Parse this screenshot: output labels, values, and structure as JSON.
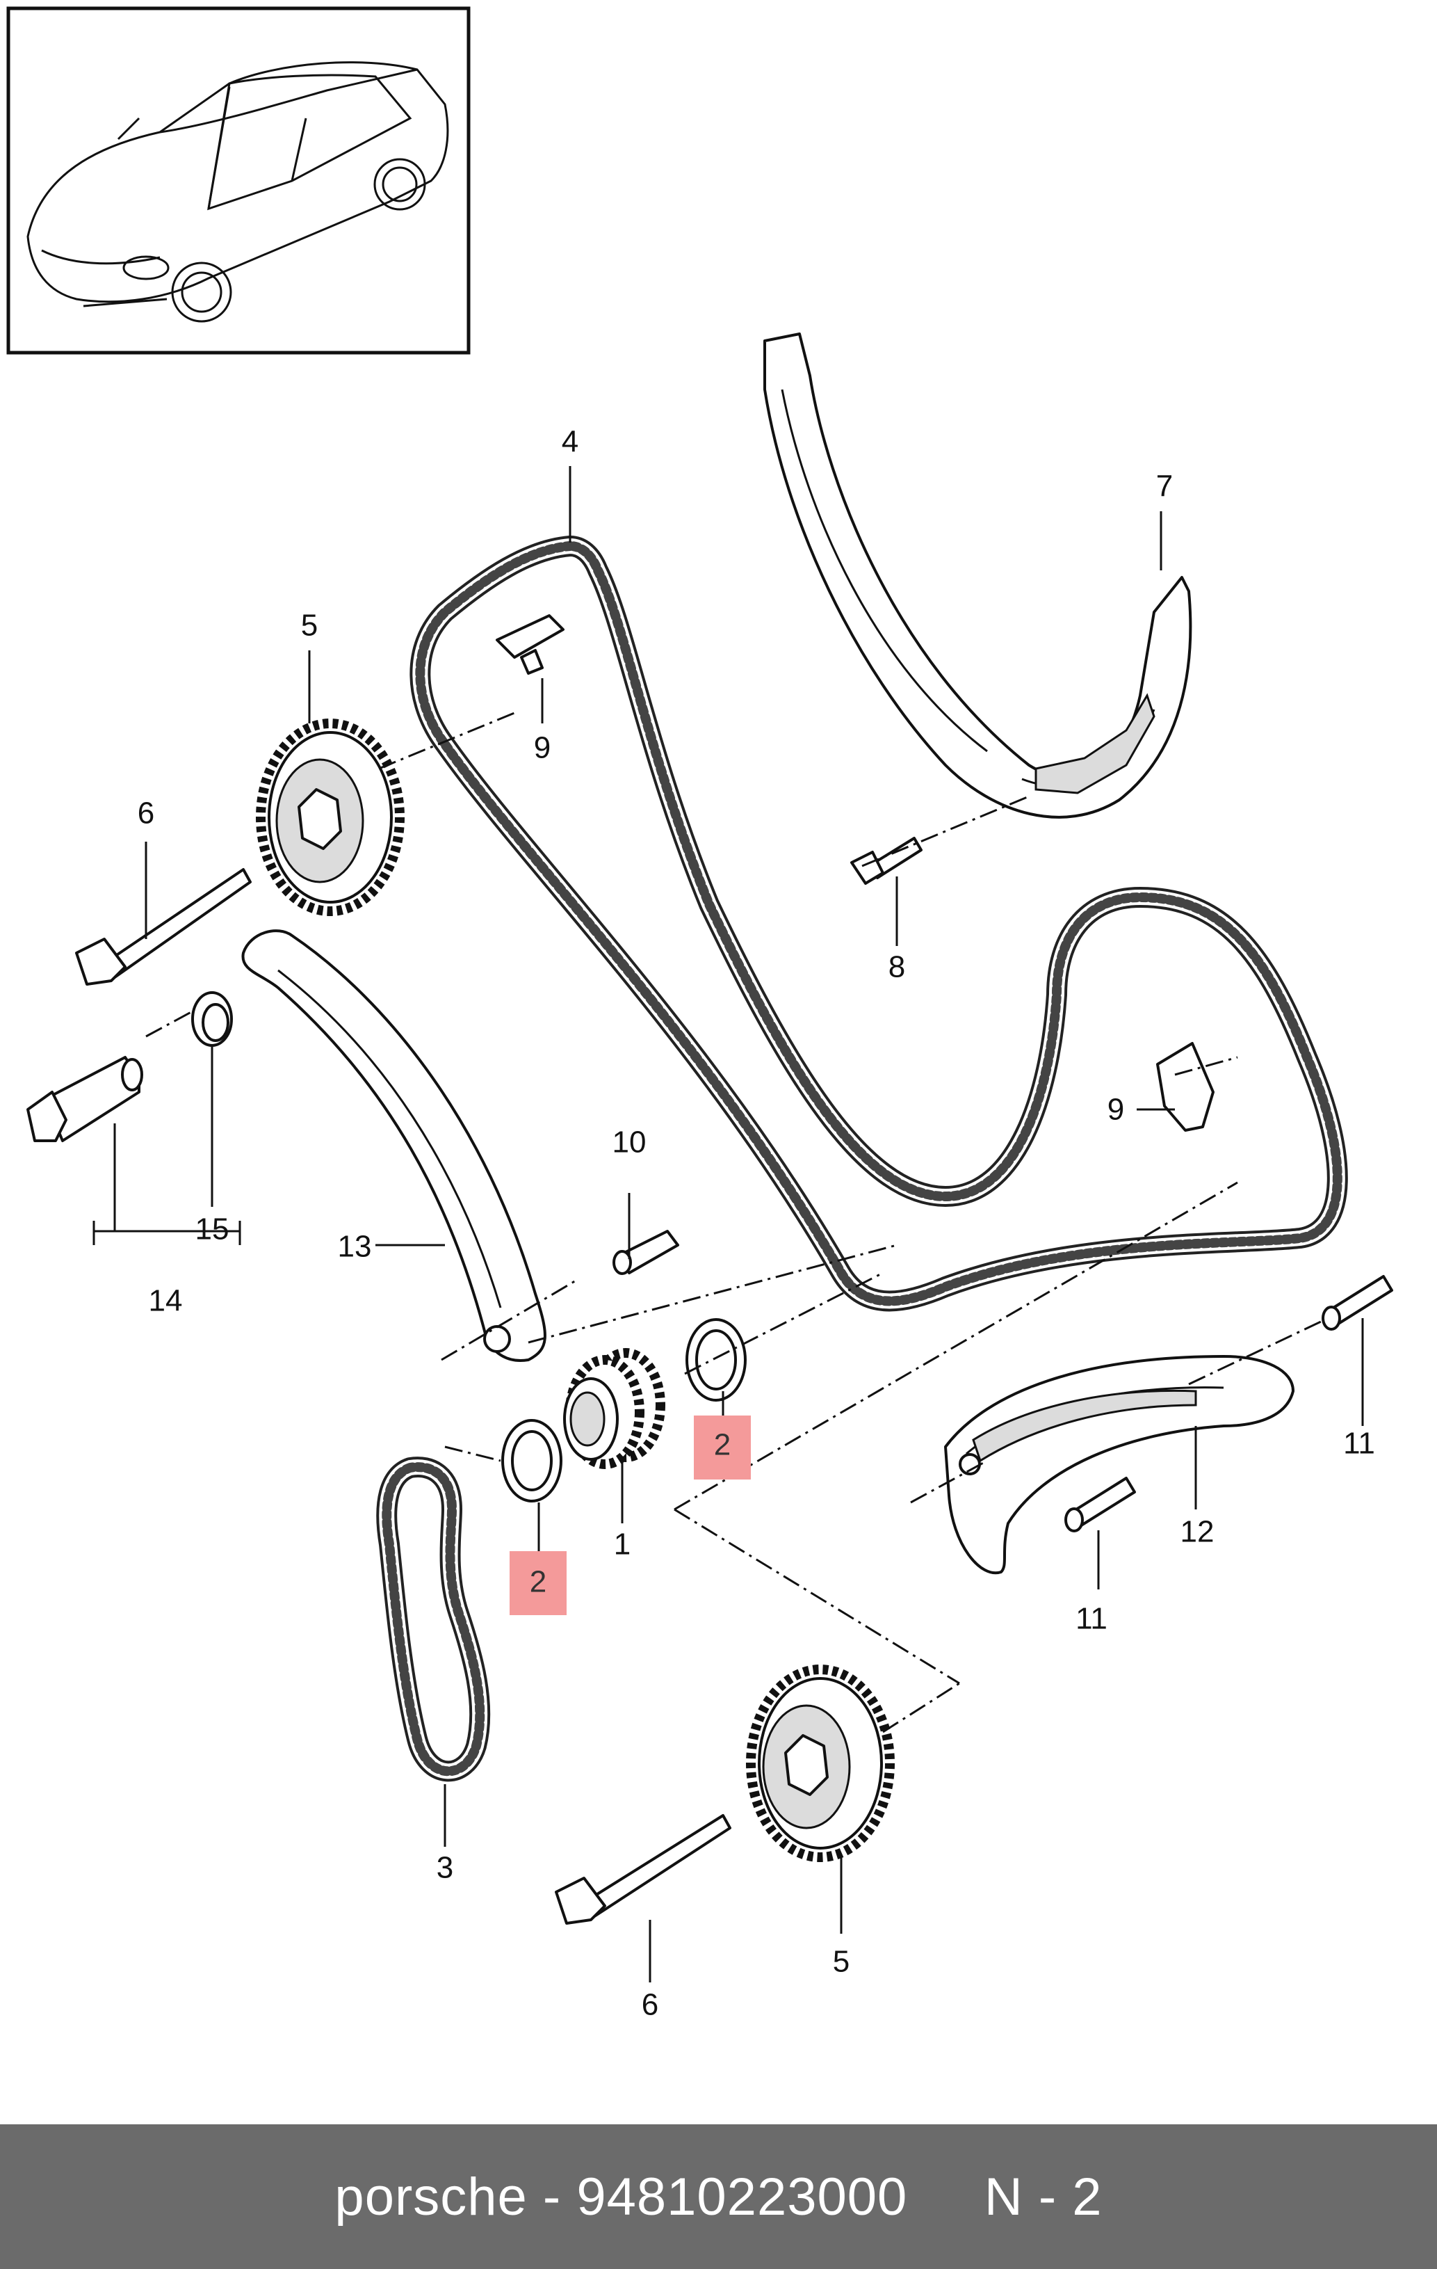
{
  "labels": {
    "l1": "1",
    "l2a": "2",
    "l2b": "2",
    "l3": "3",
    "l4": "4",
    "l5a": "5",
    "l5b": "5",
    "l6a": "6",
    "l6b": "6",
    "l7": "7",
    "l8": "8",
    "l9a": "9",
    "l9b": "9",
    "l10": "10",
    "l11a": "11",
    "l11b": "11",
    "l12": "12",
    "l13": "13",
    "l14": "14",
    "l15": "15"
  },
  "highlight_color": "#f49a9a",
  "footer": {
    "text": "porsche - 94810223000     N - 2"
  }
}
